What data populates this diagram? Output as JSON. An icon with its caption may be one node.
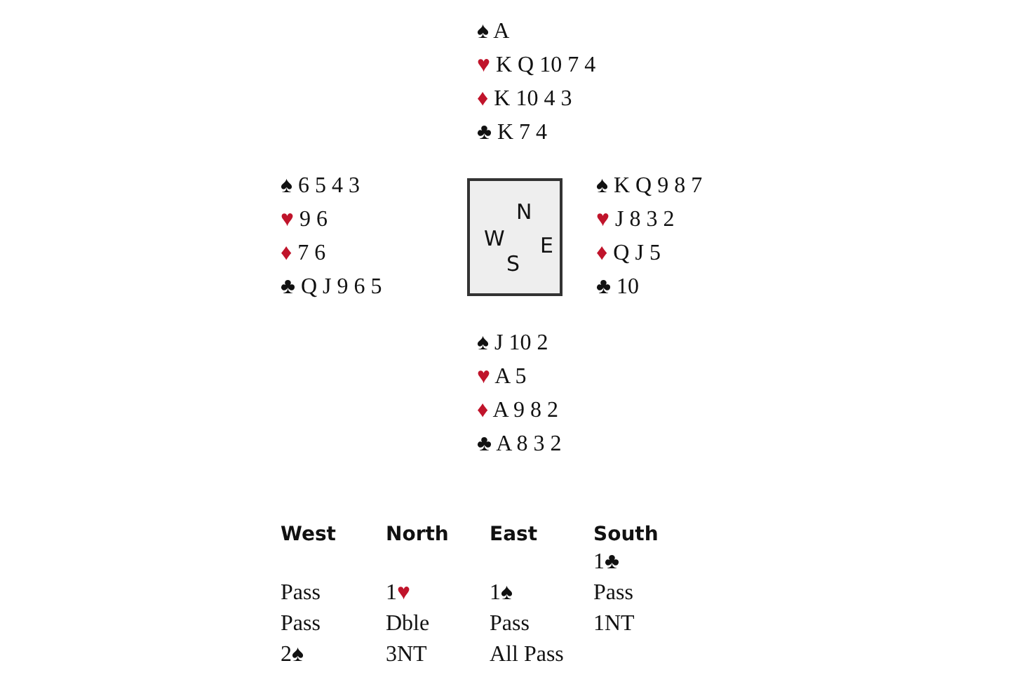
{
  "diagram": {
    "nodes": [
      {
        "text": [
          "N",
          "W",
          "E",
          "S"
        ]
      }
    ],
    "labels": [
      "♠ A",
      "♥ K Q 10 7 4",
      "♦ K 10 4 3",
      "♣ K 7 4",
      "♠ 6 5 4 3",
      "♥ 9 6",
      "♦ 7 6",
      "♣ Q J 9 6 5",
      "♠ K Q 9 8 7",
      "♥ J 8 3 2",
      "♦ Q J 5",
      "♣ 10",
      "♠ J 10 2",
      "♥ A 5",
      "♦ A 9 8 2",
      "♣ A 8 3 2",
      "West",
      "North",
      "East",
      "South",
      "1♣",
      "Pass",
      "1♥",
      "1♠",
      "Pass",
      "Pass",
      "Dble",
      "Pass",
      "1NT",
      "2♠",
      "3NT",
      "All Pass"
    ]
  }
}
